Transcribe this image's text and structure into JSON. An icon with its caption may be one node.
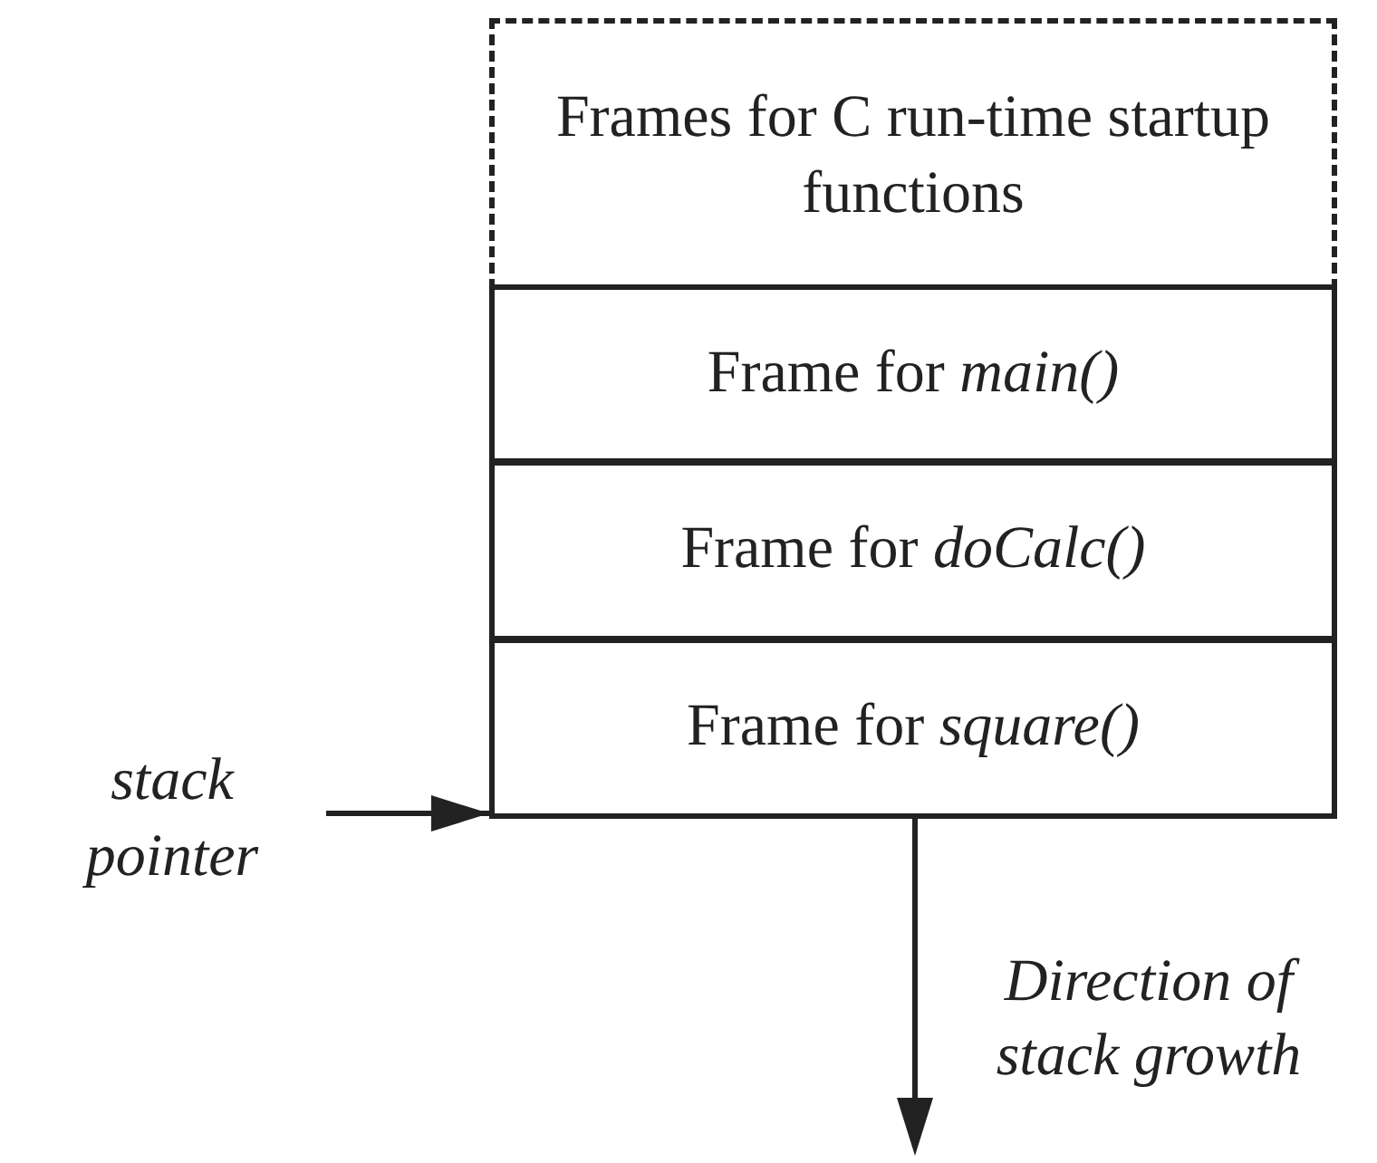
{
  "diagram": {
    "nodes": [
      {
        "text": [
          "Frames for C run-time startup functions"
        ]
      },
      {
        "text": [
          "Frame for *main()*"
        ]
      },
      {
        "text": [
          "Frame for *doCalc()*"
        ]
      },
      {
        "text": [
          "Frame for *square()*"
        ]
      },
      {
        "text": [
          "stack pointer"
        ]
      }
    ],
    "edges": [
      {
        "from": 4,
        "to": 3,
        "arrow": "to"
      }
    ],
    "labels": [
      "Direction of stack growth"
    ]
  }
}
